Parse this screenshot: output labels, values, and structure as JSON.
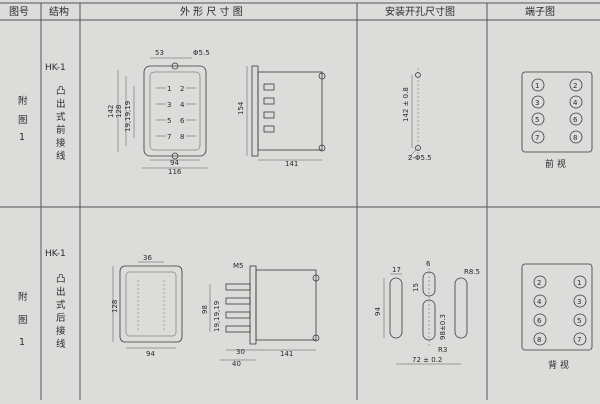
{
  "header": {
    "col_figure_no": "图号",
    "col_structure": "结构",
    "col_outline": "外 形 尺 寸 图",
    "col_mounting": "安装开孔尺寸图",
    "col_terminal": "端子图"
  },
  "rows": [
    {
      "figure_label": [
        "附",
        "图",
        "1"
      ],
      "model": "HK-1",
      "structure": [
        "凸",
        "出",
        "式",
        "前",
        "接",
        "线"
      ],
      "outline_dims": {
        "top_width": "53",
        "hole": "Φ5.5",
        "h142": "142",
        "h128": "128",
        "h154": "154",
        "spacing": "19,19,19",
        "w94": "94",
        "w116": "116",
        "depth": "141",
        "terminals": [
          "1",
          "2",
          "3",
          "4",
          "5",
          "6",
          "7",
          "8"
        ]
      },
      "mounting_dims": {
        "height": "142 ± 0.8",
        "holes": "2-Φ5.5"
      },
      "terminal_numbers": [
        "1",
        "2",
        "3",
        "4",
        "5",
        "6",
        "7",
        "8"
      ],
      "view_label": "前 视"
    },
    {
      "figure_label": [
        "附",
        "图",
        "1"
      ],
      "model": "HK-1",
      "structure": [
        "凸",
        "出",
        "式",
        "后",
        "接",
        "线"
      ],
      "outline_dims": {
        "top_width": "36",
        "h128": "128",
        "w94": "94",
        "screw": "M5",
        "h98": "98",
        "spacing": "19,19,19",
        "d30": "30",
        "d40": "40",
        "depth": "141"
      },
      "mounting_dims": {
        "w17": "17",
        "w6": "6",
        "r85": "R8.5",
        "h15": "15",
        "h94": "94",
        "h98": "98±0.3",
        "r3": "R3",
        "w72": "72 ± 0.2"
      },
      "terminal_numbers": [
        "2",
        "1",
        "4",
        "3",
        "6",
        "5",
        "8",
        "7"
      ],
      "view_label": "背 视"
    }
  ]
}
